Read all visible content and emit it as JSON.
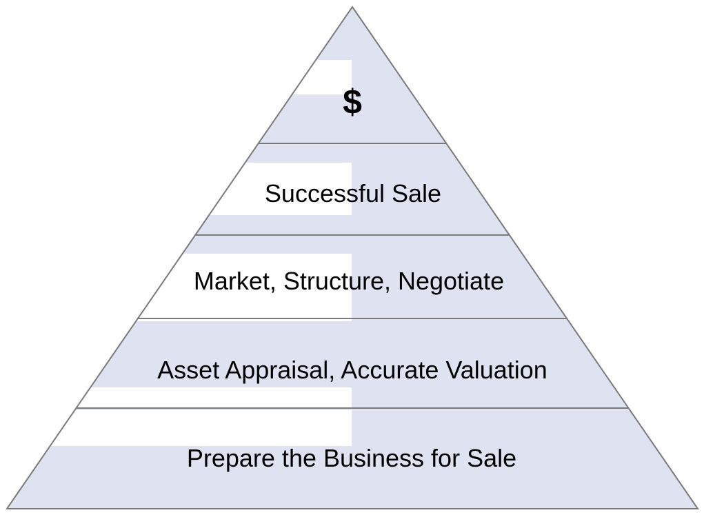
{
  "diagram": {
    "type": "pyramid",
    "fill_color": "#dfe3f1",
    "line_color": "#7a7a7a",
    "tiers": [
      {
        "label": "$"
      },
      {
        "label": "Successful Sale"
      },
      {
        "label": "Market, Structure, Negotiate"
      },
      {
        "label": "Asset Appraisal, Accurate Valuation"
      },
      {
        "label": "Prepare the Business for Sale"
      }
    ]
  }
}
